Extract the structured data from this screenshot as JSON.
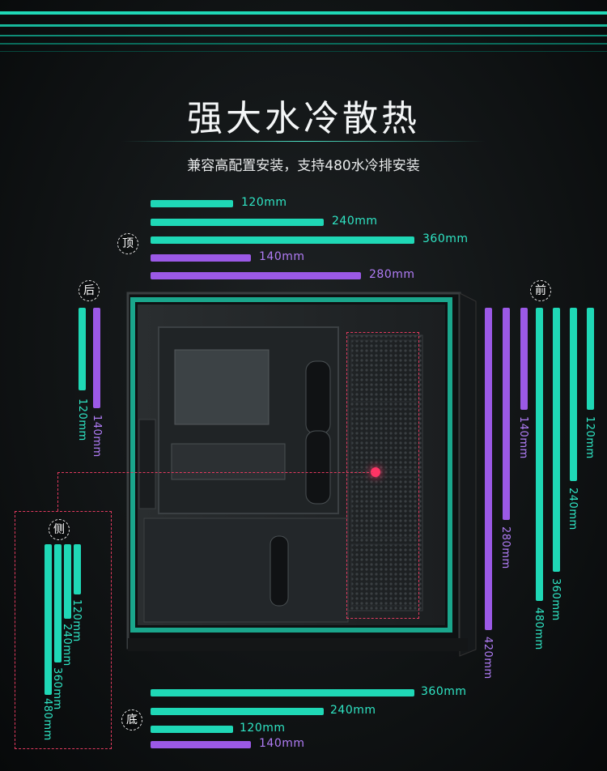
{
  "title": "强大水冷散热",
  "subtitle": "兼容高配置安装，支持480水冷排安装",
  "colors": {
    "teal": "#1fd8b6",
    "purple": "#9b59e6",
    "dashed_red": "#e23a5f"
  },
  "sections": {
    "top": {
      "badge": "顶",
      "items": [
        {
          "label": "120mm",
          "color": "teal"
        },
        {
          "label": "240mm",
          "color": "teal"
        },
        {
          "label": "360mm",
          "color": "teal"
        },
        {
          "label": "140mm",
          "color": "purple"
        },
        {
          "label": "280mm",
          "color": "purple"
        }
      ]
    },
    "rear": {
      "badge": "后",
      "items": [
        {
          "label": "120mm",
          "color": "teal"
        },
        {
          "label": "140mm",
          "color": "purple"
        }
      ]
    },
    "front": {
      "badge": "前",
      "items": [
        {
          "label": "420mm",
          "color": "purple"
        },
        {
          "label": "280mm",
          "color": "purple"
        },
        {
          "label": "140mm",
          "color": "purple"
        },
        {
          "label": "480mm",
          "color": "teal"
        },
        {
          "label": "360mm",
          "color": "teal"
        },
        {
          "label": "240mm",
          "color": "teal"
        },
        {
          "label": "120mm",
          "color": "teal"
        }
      ]
    },
    "side": {
      "badge": "侧",
      "items": [
        {
          "label": "480mm",
          "color": "teal"
        },
        {
          "label": "360mm",
          "color": "teal"
        },
        {
          "label": "240mm",
          "color": "teal"
        },
        {
          "label": "120mm",
          "color": "teal"
        }
      ]
    },
    "bottom": {
      "badge": "底",
      "items": [
        {
          "label": "360mm",
          "color": "teal"
        },
        {
          "label": "240mm",
          "color": "teal"
        },
        {
          "label": "120mm",
          "color": "teal"
        },
        {
          "label": "140mm",
          "color": "purple"
        }
      ]
    }
  }
}
